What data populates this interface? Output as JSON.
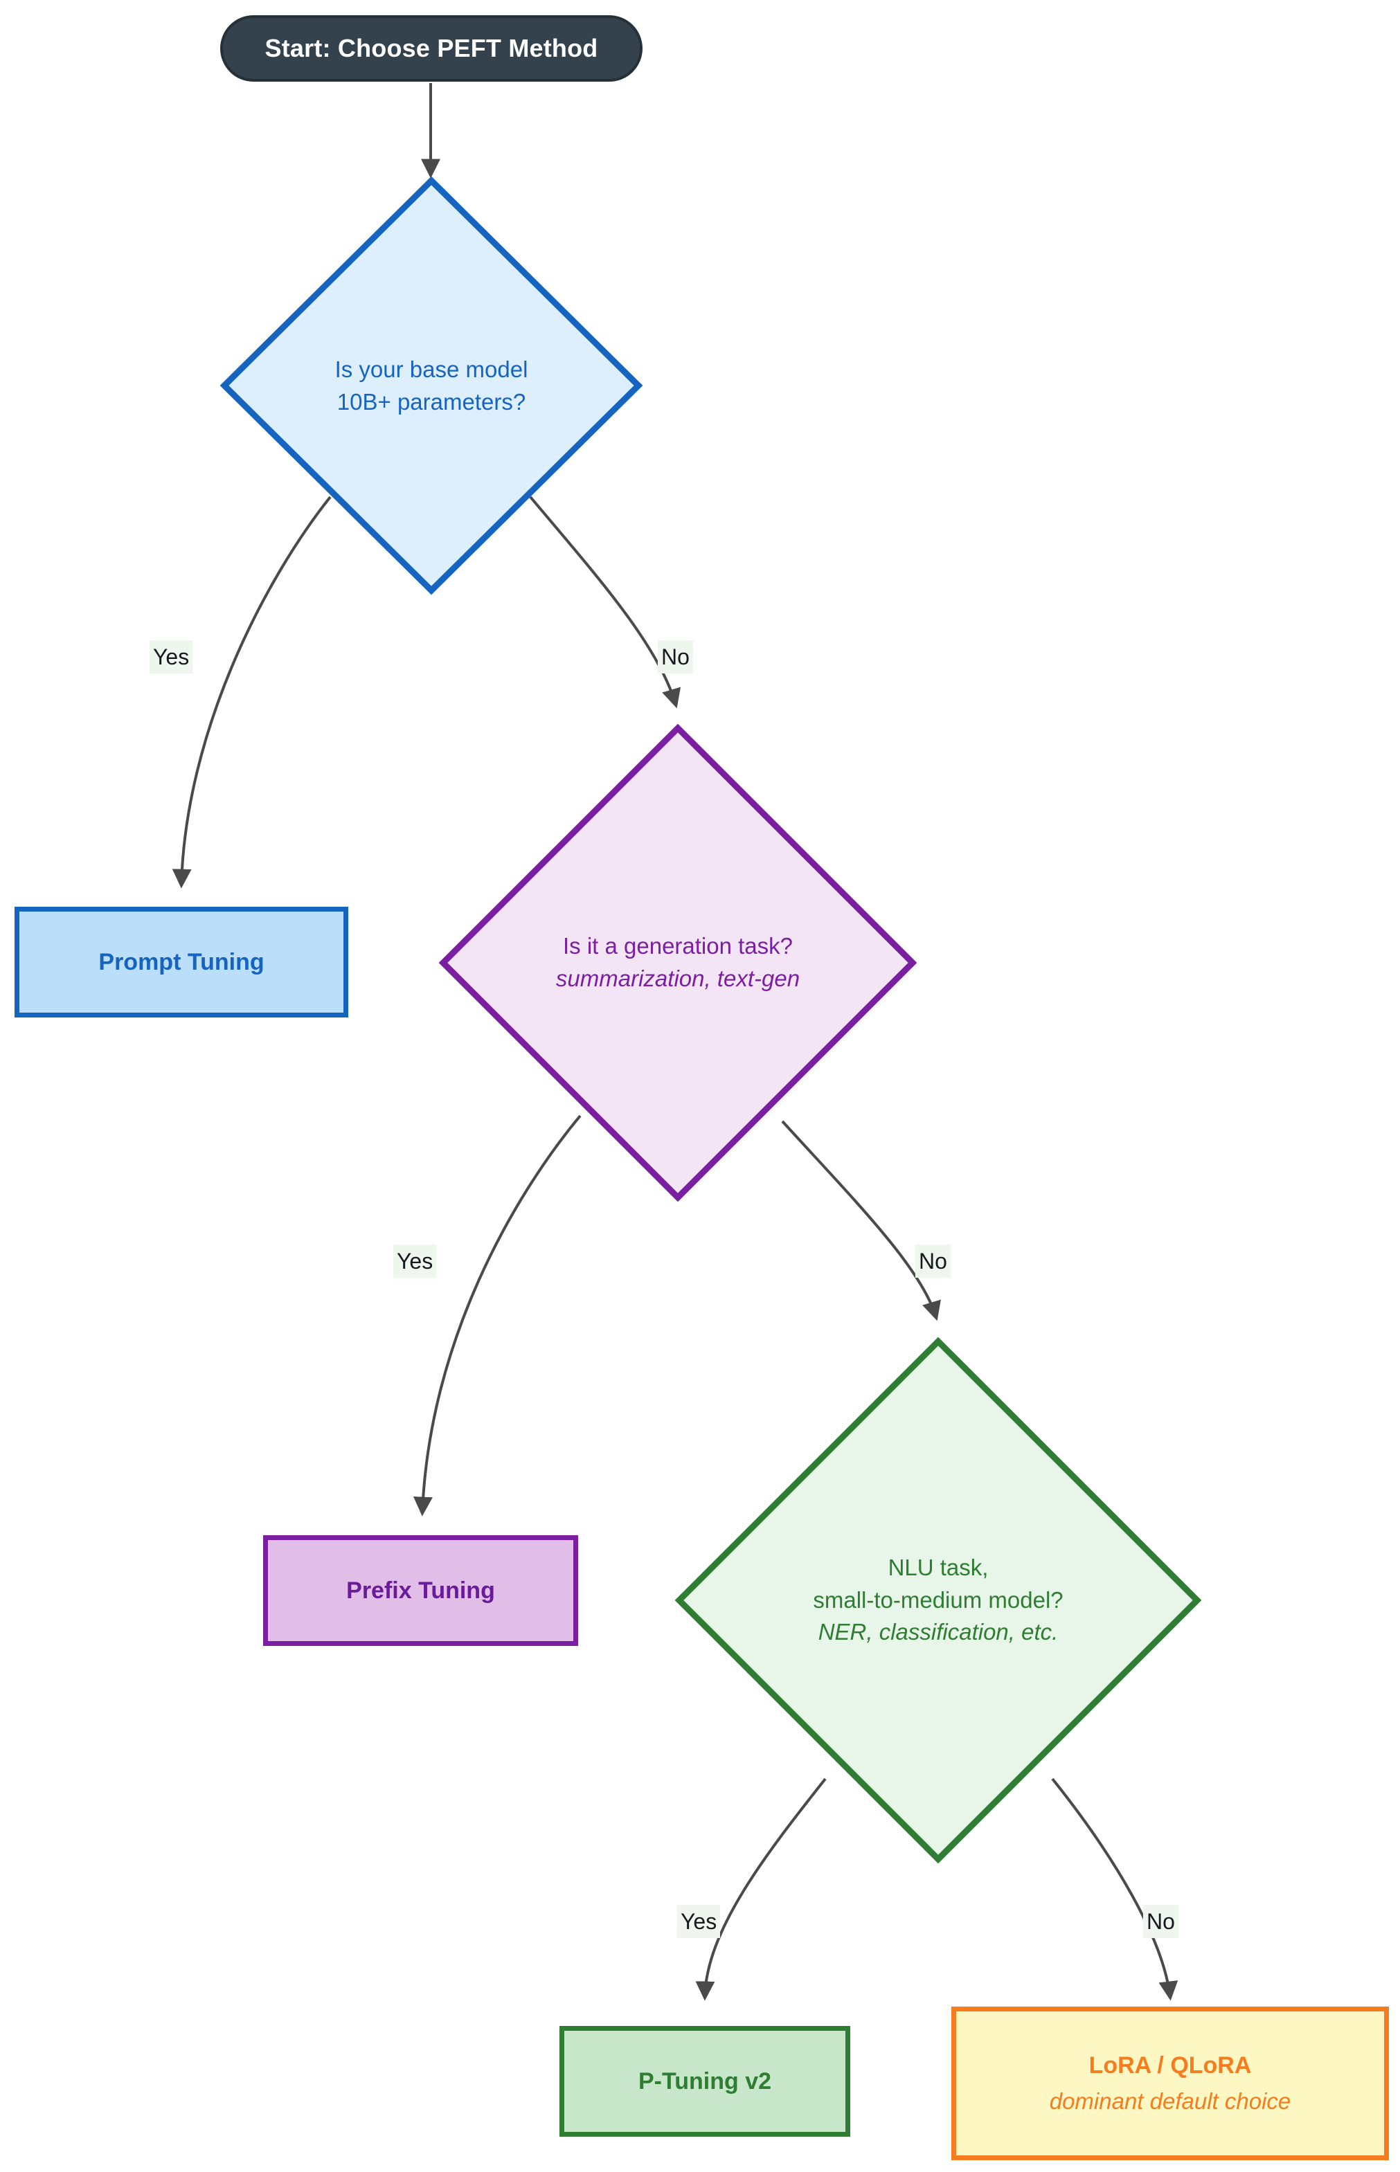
{
  "diagram": {
    "title": "PEFT Method Selection Flowchart",
    "type": "flowchart",
    "background": "#ffffff",
    "colors": {
      "start_fill": "#33424c",
      "start_text": "#ffffff",
      "blue_fill": "#bbdefb",
      "blue_stroke": "#1565c0",
      "blue_light_fill": "#ddeefc",
      "purple_fill": "#e1bee7",
      "purple_light_fill": "#f3e5f5",
      "purple_stroke": "#7b1fa2",
      "green_fill": "#c8e6c9",
      "green_light_fill": "#e8f5e9",
      "green_stroke": "#2e7d32",
      "orange_fill": "#fdf7c3",
      "orange_stroke": "#f57c1f",
      "edge_stroke": "#4a4a4a",
      "edge_label_bg": "#eef6ee"
    }
  },
  "nodes": {
    "start": {
      "id": "start",
      "shape": "stadium",
      "label": "Start: Choose PEFT Method"
    },
    "decision_size": {
      "id": "decision-model-size",
      "shape": "diamond",
      "line1": "Is your base model",
      "line2": "10B+ parameters?"
    },
    "prompt_tuning": {
      "id": "prompt-tuning",
      "shape": "rect",
      "line1": "Prompt Tuning"
    },
    "decision_generation": {
      "id": "decision-generation-task",
      "shape": "diamond",
      "line1": "Is it a generation task?",
      "line2": "summarization, text-gen"
    },
    "prefix_tuning": {
      "id": "prefix-tuning",
      "shape": "rect",
      "line1": "Prefix Tuning"
    },
    "decision_nlu": {
      "id": "decision-nlu-task",
      "shape": "diamond",
      "line1": "NLU task,",
      "line2": "small-to-medium model?",
      "line3": "NER, classification, etc."
    },
    "p_tuning_v2": {
      "id": "p-tuning-v2",
      "shape": "rect",
      "line1": "P-Tuning v2"
    },
    "lora": {
      "id": "lora-qlora",
      "shape": "rect",
      "line1": "LoRA / QLoRA",
      "line2": "dominant default choice"
    }
  },
  "edges": [
    {
      "id": "e1",
      "from": "start",
      "to": "decision_size",
      "label": ""
    },
    {
      "id": "e2",
      "from": "decision_size",
      "to": "prompt_tuning",
      "label": "Yes"
    },
    {
      "id": "e3",
      "from": "decision_size",
      "to": "decision_generation",
      "label": "No"
    },
    {
      "id": "e4",
      "from": "decision_generation",
      "to": "prefix_tuning",
      "label": "Yes"
    },
    {
      "id": "e5",
      "from": "decision_generation",
      "to": "decision_nlu",
      "label": "No"
    },
    {
      "id": "e6",
      "from": "decision_nlu",
      "to": "p_tuning_v2",
      "label": "Yes"
    },
    {
      "id": "e7",
      "from": "decision_nlu",
      "to": "lora",
      "label": "No"
    }
  ],
  "edge_labels": {
    "yes1": "Yes",
    "no1": "No",
    "yes2": "Yes",
    "no2": "No",
    "yes3": "Yes",
    "no3": "No"
  }
}
